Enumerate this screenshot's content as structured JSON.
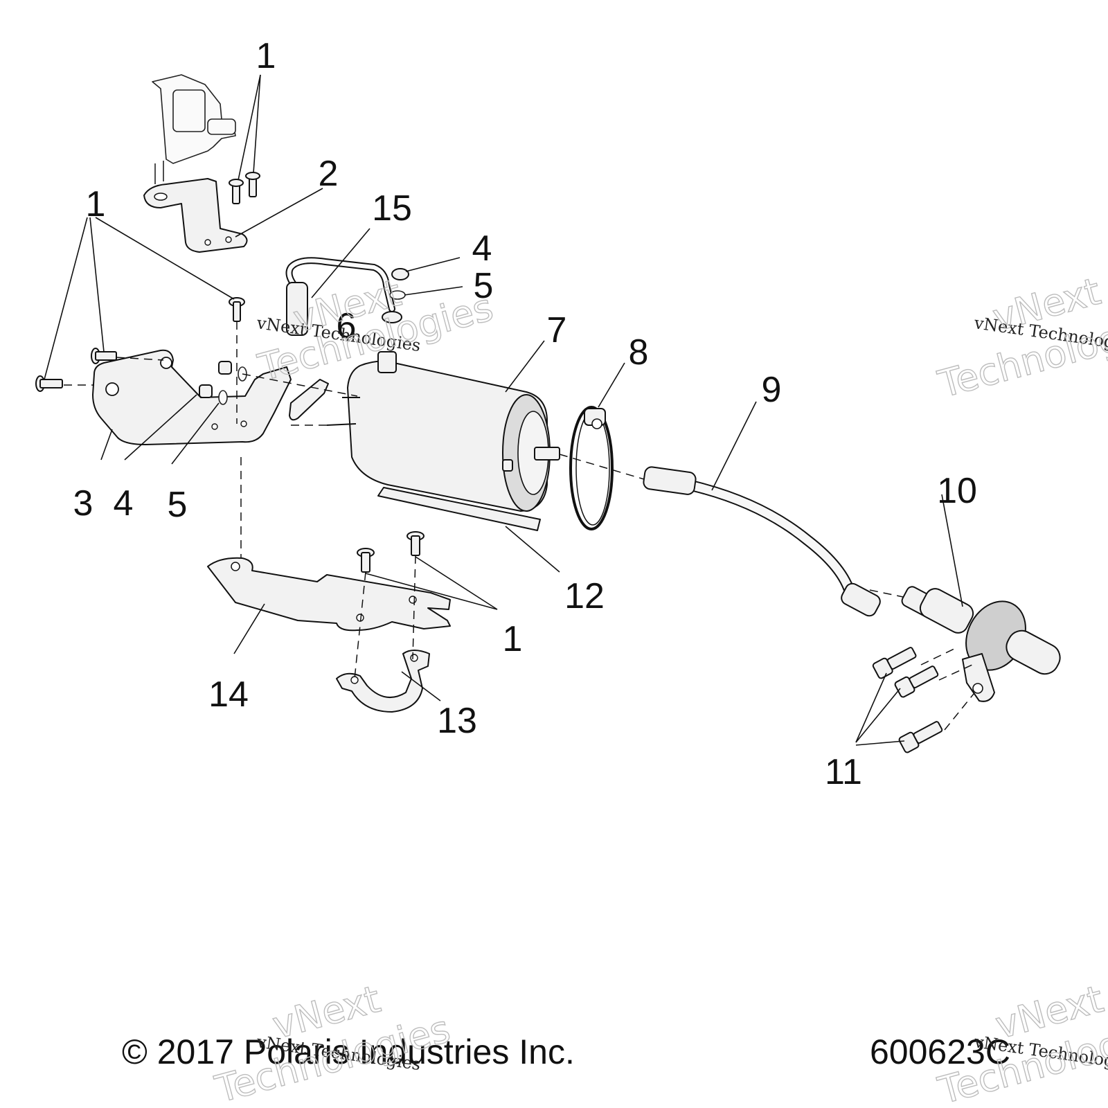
{
  "callouts": [
    {
      "id": "c1-top",
      "text": "1"
    },
    {
      "id": "c2",
      "text": "2"
    },
    {
      "id": "c1-left",
      "text": "1"
    },
    {
      "id": "c15",
      "text": "15"
    },
    {
      "id": "c4-top",
      "text": "4"
    },
    {
      "id": "c5-top",
      "text": "5"
    },
    {
      "id": "c6",
      "text": "6"
    },
    {
      "id": "c7",
      "text": "7"
    },
    {
      "id": "c8",
      "text": "8"
    },
    {
      "id": "c9",
      "text": "9"
    },
    {
      "id": "c3",
      "text": "3"
    },
    {
      "id": "c4-bottom",
      "text": "4"
    },
    {
      "id": "c5-bottom",
      "text": "5"
    },
    {
      "id": "c10",
      "text": "10"
    },
    {
      "id": "c12",
      "text": "12"
    },
    {
      "id": "c1-bottom",
      "text": "1"
    },
    {
      "id": "c14",
      "text": "14"
    },
    {
      "id": "c13",
      "text": "13"
    },
    {
      "id": "c11",
      "text": "11"
    }
  ],
  "footer": {
    "copyright": "© 2017 Polaris Industries Inc.",
    "figure_number": "600623C"
  },
  "watermarks": {
    "brand_small": "vNext Technologies",
    "brand_line1": "vNext",
    "brand_line2": "Technologies"
  }
}
